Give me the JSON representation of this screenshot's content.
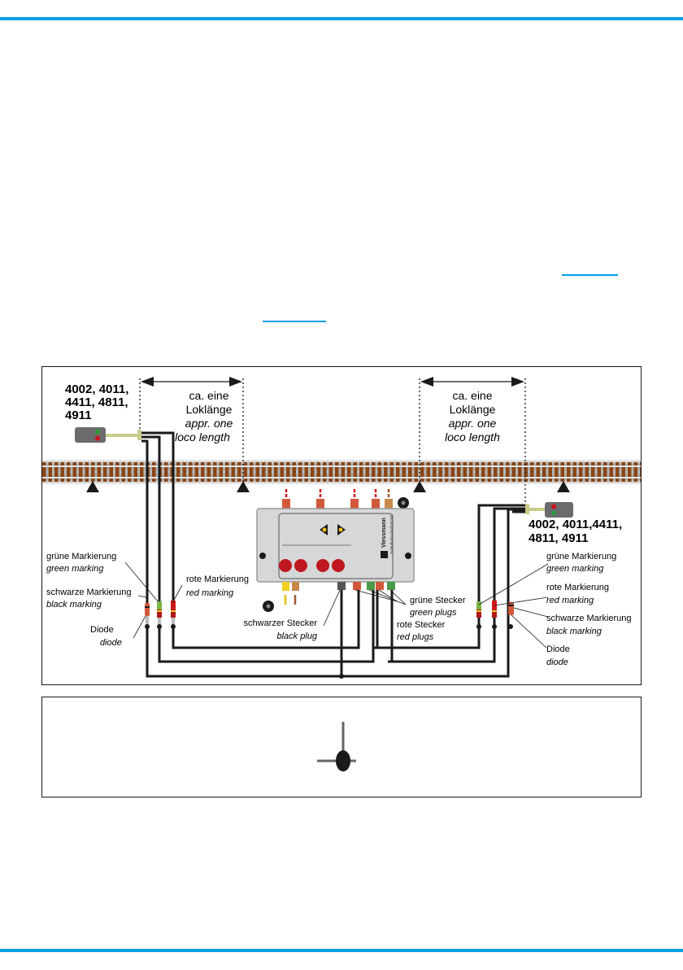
{
  "page": {
    "accent_color": "#009fe3",
    "text_color": "#1a1a1a"
  },
  "diagram": {
    "left_signal_models": [
      "4002, 4011,",
      "4411, 4811,",
      "4911"
    ],
    "right_signal_models": [
      "4002, 4011,4411,",
      "4811, 4911"
    ],
    "left_distance": {
      "de_line1": "ca. eine",
      "de_line2": "Loklänge",
      "en_line1": "appr. one",
      "en_line2": "loco length"
    },
    "right_distance": {
      "de_line1": "ca. eine",
      "de_line2": "Loklänge",
      "en_line1": "appr. one",
      "en_line2": "loco length"
    },
    "left_labels": {
      "green_marking_de": "grüne Markierung",
      "green_marking_en": "green marking",
      "black_marking_de": "schwarze Markierung",
      "black_marking_en": "black marking",
      "diode_de": "Diode",
      "diode_en": "diode",
      "red_marking_de": "rote Markierung",
      "red_marking_en": "red marking"
    },
    "right_labels": {
      "green_marking_de": "grüne Markierung",
      "green_marking_en": "green marking",
      "red_marking_de": "rote Markierung",
      "red_marking_en": "red marking",
      "black_marking_de": "schwarze Markierung",
      "black_marking_en": "black marking",
      "diode_de": "Diode",
      "diode_en": "diode"
    },
    "plug_labels": {
      "black_plug_de": "schwarzer Stecker",
      "black_plug_en": "black plug",
      "green_plugs_de": "grüne Stecker",
      "green_plugs_en": "green plugs",
      "red_plugs_de": "rote Stecker",
      "red_plugs_en": "red plugs"
    },
    "module": {
      "brand": "Viessmann",
      "product_name": "Aufenthaltsschalter",
      "product_number": "5208"
    },
    "colors": {
      "rail_brown": "#8b4513",
      "wire_black": "#1a1a1a",
      "signal_body": "#6b6b6e",
      "signal_green": "#2e9b3a",
      "signal_red": "#c8141e",
      "bracket_olive": "#c9cc8a",
      "module_grey": "#d6d7d8",
      "button_red": "#c01820",
      "plug_red": "#d2583a",
      "plug_green": "#4a9a48",
      "plug_yellow": "#f0d020",
      "plug_brown": "#c98a4a",
      "marking_green": "#7ab648",
      "marking_red": "#d01818"
    }
  },
  "legend_box": {
    "symbol": "wire-junction-dot"
  }
}
